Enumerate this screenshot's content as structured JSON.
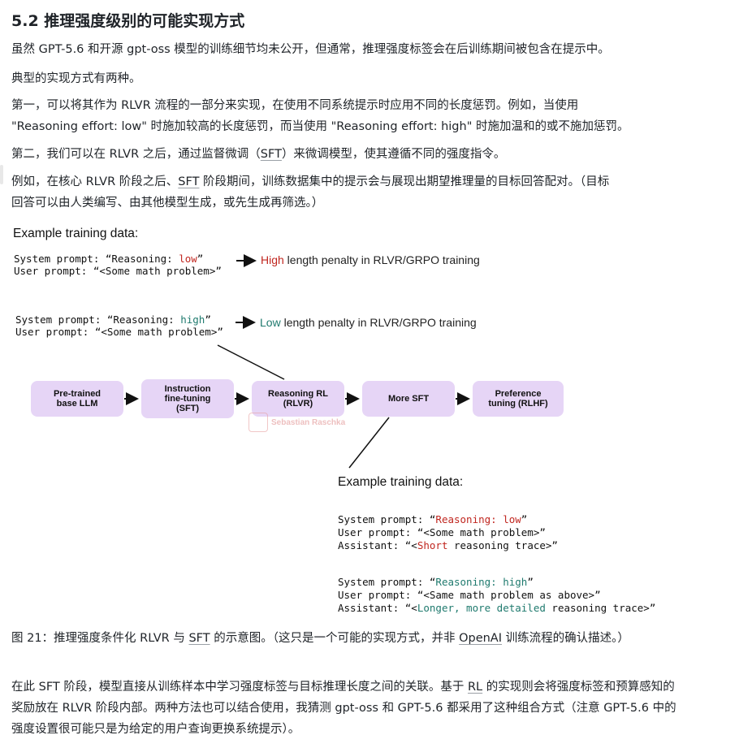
{
  "heading": "5.2 推理强度级别的可能实现方式",
  "para1": "虽然 GPT-5.6 和开源 gpt-oss 模型的训练细节均未公开，但通常，推理强度标签会在后训练期间被包含在提示中。",
  "para2": "典型的实现方式有两种。",
  "para3_line1": "第一，可以将其作为 RLVR 流程的一部分来实现，在使用不同系统提示时应用不同的长度惩罚。例如，当使用",
  "para3_line2": "\"Reasoning effort: low\" 时施加较高的长度惩罚，而当使用 \"Reasoning effort: high\" 时施加温和的或不施加惩罚。",
  "para4_a": "第二，我们可以在 RLVR 之后，通过监督微调（",
  "para4_sft": "SFT",
  "para4_b": "）来微调模型，使其遵循不同的强度指令。",
  "para5_line1_a": "例如，在核心 RLVR 阶段之后、",
  "para5_line1_sft": "SFT",
  "para5_line1_b": " 阶段期间，训练数据集中的提示会与展现出期望推理量的目标回答配对。（目标",
  "para5_line2": "回答可以由人类编写、由其他模型生成，或先生成再筛选。）",
  "figure": {
    "ex1_title": "Example training data:",
    "ex1_sys_prefix": "System prompt: “Reasoning: ",
    "ex1_sys_val": "low",
    "ex1_sys_suffix": "”",
    "ex1_user": "User prompt: “<Some math problem>”",
    "ex1_note_hl": "High",
    "ex1_note_rest": " length penalty in RLVR/GRPO training",
    "ex2_sys_prefix": "System prompt: “Reasoning: ",
    "ex2_sys_val": "high",
    "ex2_sys_suffix": "”",
    "ex2_user": "User prompt: “<Some math problem>”",
    "ex2_note_hl": "Low",
    "ex2_note_rest": " length penalty in RLVR/GRPO training",
    "stages": [
      {
        "line1": "Pre-trained",
        "line2": "base LLM",
        "line3": ""
      },
      {
        "line1": "Instruction",
        "line2": "fine-tuning",
        "line3": "(SFT)"
      },
      {
        "line1": "Reasoning RL",
        "line2": "(RLVR)",
        "line3": ""
      },
      {
        "line1": "More SFT",
        "line2": "",
        "line3": ""
      },
      {
        "line1": "Preference",
        "line2": "tuning (RLHF)",
        "line3": ""
      }
    ],
    "watermark": "Sebastian Raschka",
    "ex3_title": "Example training data:",
    "ex3_a_sys_prefix": "System prompt: “",
    "ex3_a_sys_val": "Reasoning: low",
    "ex3_a_sys_suffix": "”",
    "ex3_a_user": "User prompt: “<Some math problem>”",
    "ex3_a_asst_prefix": "Assistant: “<",
    "ex3_a_asst_val": "Short",
    "ex3_a_asst_suffix": " reasoning trace>”",
    "ex3_b_sys_prefix": "System prompt: “",
    "ex3_b_sys_val": "Reasoning: high",
    "ex3_b_sys_suffix": "”",
    "ex3_b_user": "User prompt: “<Same math problem as above>”",
    "ex3_b_asst_prefix": "Assistant: “<",
    "ex3_b_asst_val": "Longer, more detailed",
    "ex3_b_asst_suffix": " reasoning trace>”"
  },
  "caption_a": "图 21：推理强度条件化 RLVR 与 ",
  "caption_sft": "SFT",
  "caption_b": " 的示意图。（这只是一个可能的实现方式，并非 ",
  "caption_openai": "OpenAI",
  "caption_c": " 训练流程的确认描述。）",
  "last_a": "在此 SFT 阶段，模型直接从训练样本中学习强度标签与目标推理长度之间的关联。基于 ",
  "last_rl": "RL",
  "last_b": " 的实现则会将强度标签和预算感知的奖励放在 RLVR 阶段内部。两种方法也可以结合使用，我猜测 gpt-oss 和 GPT-5.6 都采用了这种组合方式（注意 GPT-5.6 中的强度设置很可能只是为给定的用户查询更换系统提示）。",
  "colors": {
    "red": "#c0261f",
    "teal": "#1f7a6e",
    "box": "#e6d5f6"
  }
}
